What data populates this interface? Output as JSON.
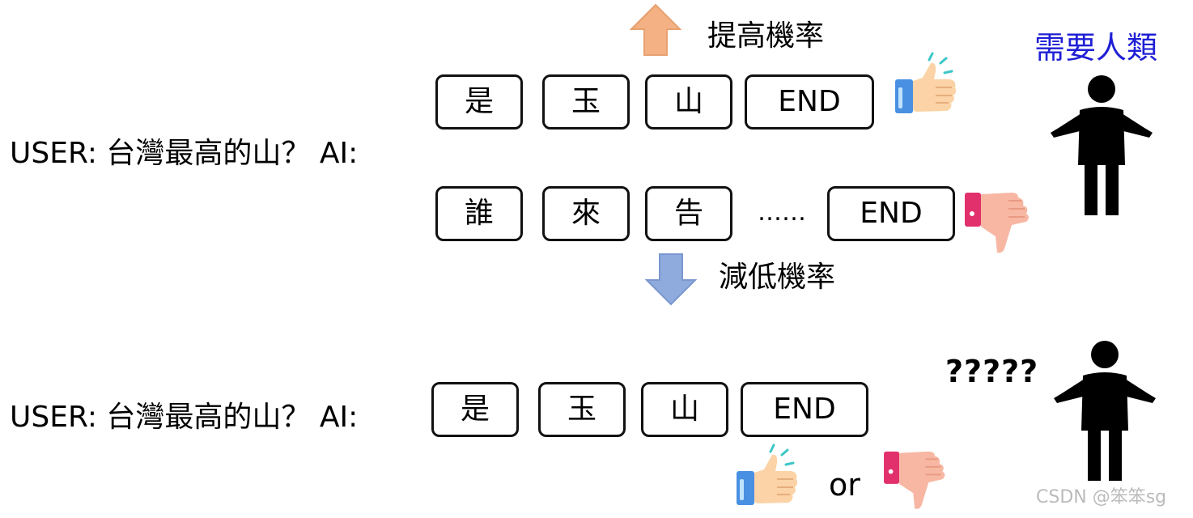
{
  "prompt_top": "USER: 台灣最高的山？ AI:",
  "prompt_bottom": "USER: 台灣最高的山？ AI:",
  "good_tokens": [
    "是",
    "玉",
    "山",
    "END"
  ],
  "bad_tokens": [
    "誰",
    "來",
    "告",
    "END"
  ],
  "bad_ellipsis": "……",
  "bottom_tokens": [
    "是",
    "玉",
    "山",
    "END"
  ],
  "increase_label": "提高機率",
  "decrease_label": "減低機率",
  "human_label": "需要人類",
  "question_marks": "?????",
  "or_label": "or",
  "watermark": "CSDN @笨笨sg",
  "colors": {
    "human_label": "#1f1fd6",
    "arrow_up_fill": "#f4b183",
    "arrow_up_stroke": "#e8a070",
    "arrow_down_fill": "#8faadc",
    "arrow_down_stroke": "#7a97cf",
    "thumb_skin": "#fbd3a6",
    "thumb_down_skin": "#f7b7a3",
    "cuff_blue": "#4a90e2",
    "cuff_pink": "#e2306c"
  },
  "icons": [
    "arrow-up-icon",
    "arrow-down-icon",
    "thumbs-up-icon",
    "thumbs-down-icon",
    "person-shrug-icon"
  ]
}
